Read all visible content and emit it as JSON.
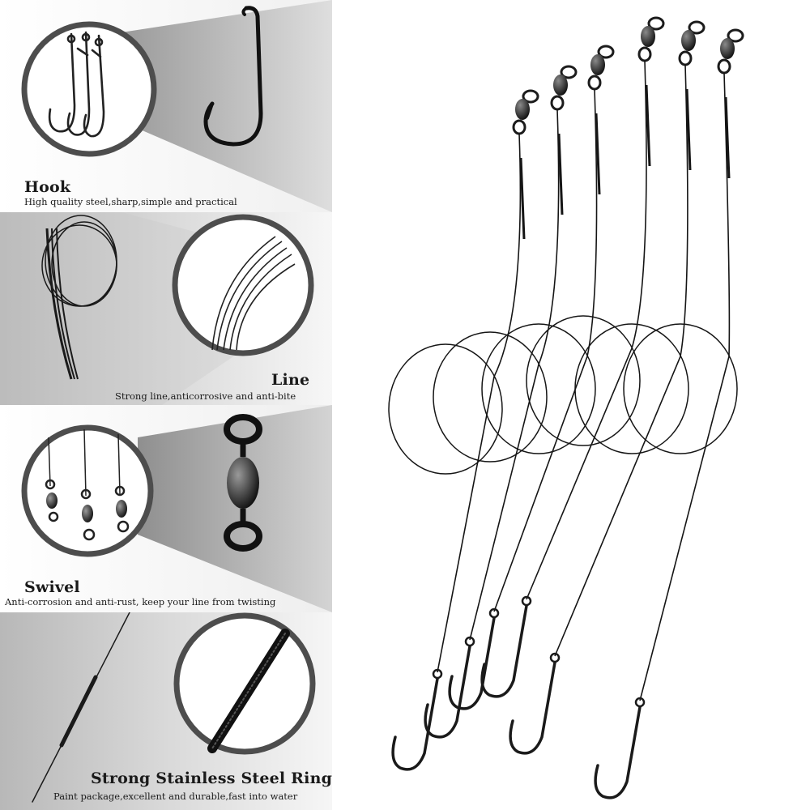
{
  "features": [
    {
      "title": "Hook",
      "description": "High quality steel,sharp,simple and practical",
      "icon": "hook-icon"
    },
    {
      "title": "Line",
      "description": "Strong line,anticorrosive and anti-bite",
      "icon": "coiled-line-icon"
    },
    {
      "title": "Swivel",
      "description": "Anti-corrosion and anti-rust, keep your line from twisting",
      "icon": "swivel-icon"
    },
    {
      "title": "Strong Stainless Steel Ring",
      "description": "Paint package,excellent and durable,fast into water",
      "icon": "steel-wire-icon"
    }
  ],
  "colors": {
    "panel_light": "#f6f6f6",
    "panel_dark": "#b9b9b9",
    "ring_border": "#4d4d4d",
    "metal": "#1f1f1f"
  }
}
